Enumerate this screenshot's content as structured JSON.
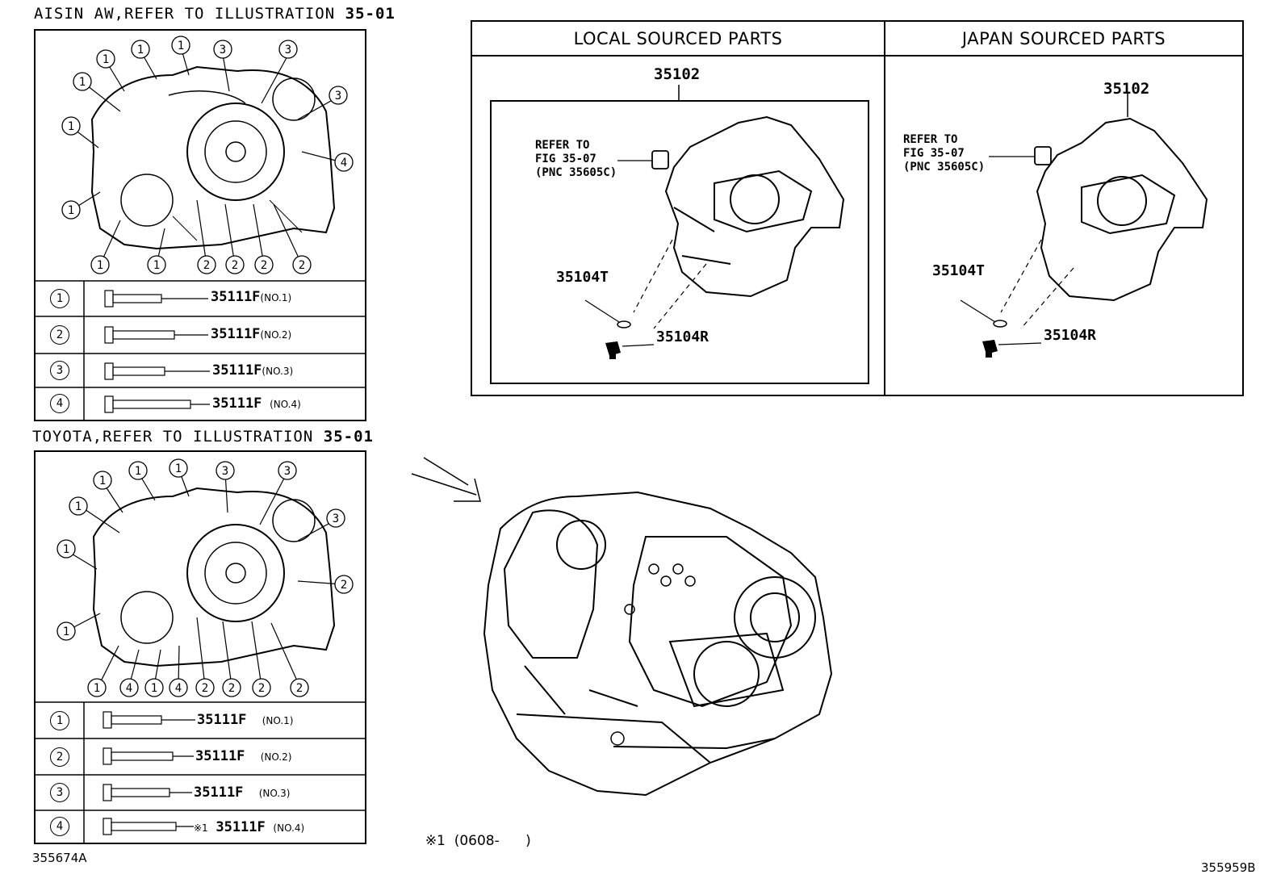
{
  "aisin": {
    "title": "AISIN AW,REFER TO ILLUSTRATION",
    "ref": "35-01",
    "callouts": {
      "c1": "1",
      "c2": "2",
      "c3": "3",
      "c4": "4"
    },
    "rows": [
      {
        "num": "1",
        "part": "35111F",
        "spec": "(NO.1)"
      },
      {
        "num": "2",
        "part": "35111F",
        "spec": "(NO.2)"
      },
      {
        "num": "3",
        "part": "35111F",
        "spec": "(NO.3)"
      },
      {
        "num": "4",
        "part": "35111F",
        "spec": "(NO.4)"
      }
    ]
  },
  "toyota": {
    "title": "TOYOTA,REFER TO ILLUSTRATION",
    "ref": "35-01",
    "rows": [
      {
        "num": "1",
        "part": "35111F",
        "spec": "(NO.1)",
        "prefix": ""
      },
      {
        "num": "2",
        "part": "35111F",
        "spec": "(NO.2)",
        "prefix": ""
      },
      {
        "num": "3",
        "part": "35111F",
        "spec": "(NO.3)",
        "prefix": ""
      },
      {
        "num": "4",
        "part": "35111F",
        "spec": "(NO.4)",
        "prefix": "※1"
      }
    ]
  },
  "sourced": {
    "local_header": "LOCAL SOURCED PARTS",
    "japan_header": "JAPAN SOURCED PARTS",
    "main_part": "35102",
    "refer_text": "REFER TO\nFIG 35-07\n(PNC 35605C)",
    "plug": "35104R",
    "gasket": "35104T"
  },
  "footnote": {
    "mark": "※1",
    "range": "(0608-      )"
  },
  "codes": {
    "left": "355674A",
    "right": "355959B"
  }
}
